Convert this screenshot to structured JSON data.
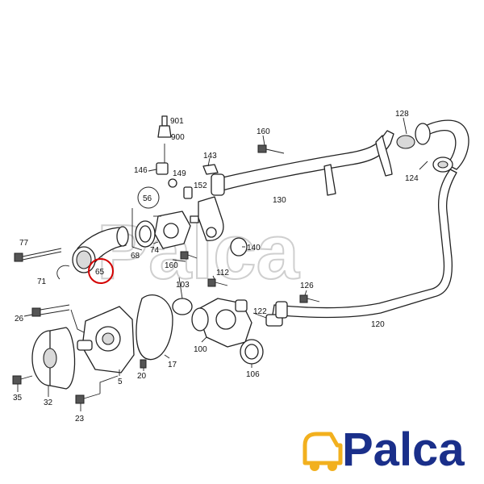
{
  "diagram": {
    "highlight_color": "#d40000",
    "part_labels": {
      "p901": "901",
      "p900": "900",
      "p128": "128",
      "p160a": "160",
      "p143": "143",
      "p146": "146",
      "p149": "149",
      "p152": "152",
      "p130": "130",
      "p124": "124",
      "p56": "56",
      "p77": "77",
      "p140": "140",
      "p68": "68",
      "p74": "74",
      "p160b": "160",
      "p65": "65",
      "p71": "71",
      "p112": "112",
      "p103": "103",
      "p126": "126",
      "p26": "26",
      "p122": "122",
      "p120": "120",
      "p100": "100",
      "p17": "17",
      "p20": "20",
      "p106": "106",
      "p5": "5",
      "p35": "35",
      "p32": "32",
      "p23": "23"
    }
  },
  "brand": {
    "watermark": "Palca",
    "logo_text": "Palca",
    "logo_color": "#1a2f8a",
    "logo_accent": "#f2b01e"
  }
}
